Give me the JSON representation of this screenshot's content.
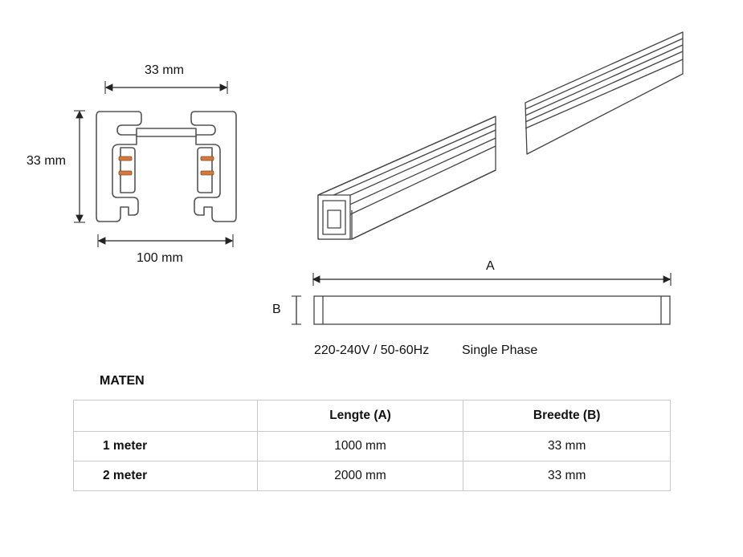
{
  "cross_section": {
    "width_top_label": "33 mm",
    "height_label": "33 mm",
    "width_bottom_label": "100 mm",
    "outline_color": "#555555",
    "contact_color": "#d27a3e"
  },
  "profile": {
    "length_label": "A",
    "width_label": "B"
  },
  "spec_line": {
    "voltage": "220-240V / 50-60Hz",
    "phase": "Single Phase"
  },
  "table": {
    "title": "MATEN",
    "headers": [
      "",
      "Lengte (A)",
      "Breedte (B)"
    ],
    "rows": [
      {
        "label": "1 meter",
        "length": "1000 mm",
        "width": "33 mm"
      },
      {
        "label": "2 meter",
        "length": "2000 mm",
        "width": "33 mm"
      }
    ]
  }
}
